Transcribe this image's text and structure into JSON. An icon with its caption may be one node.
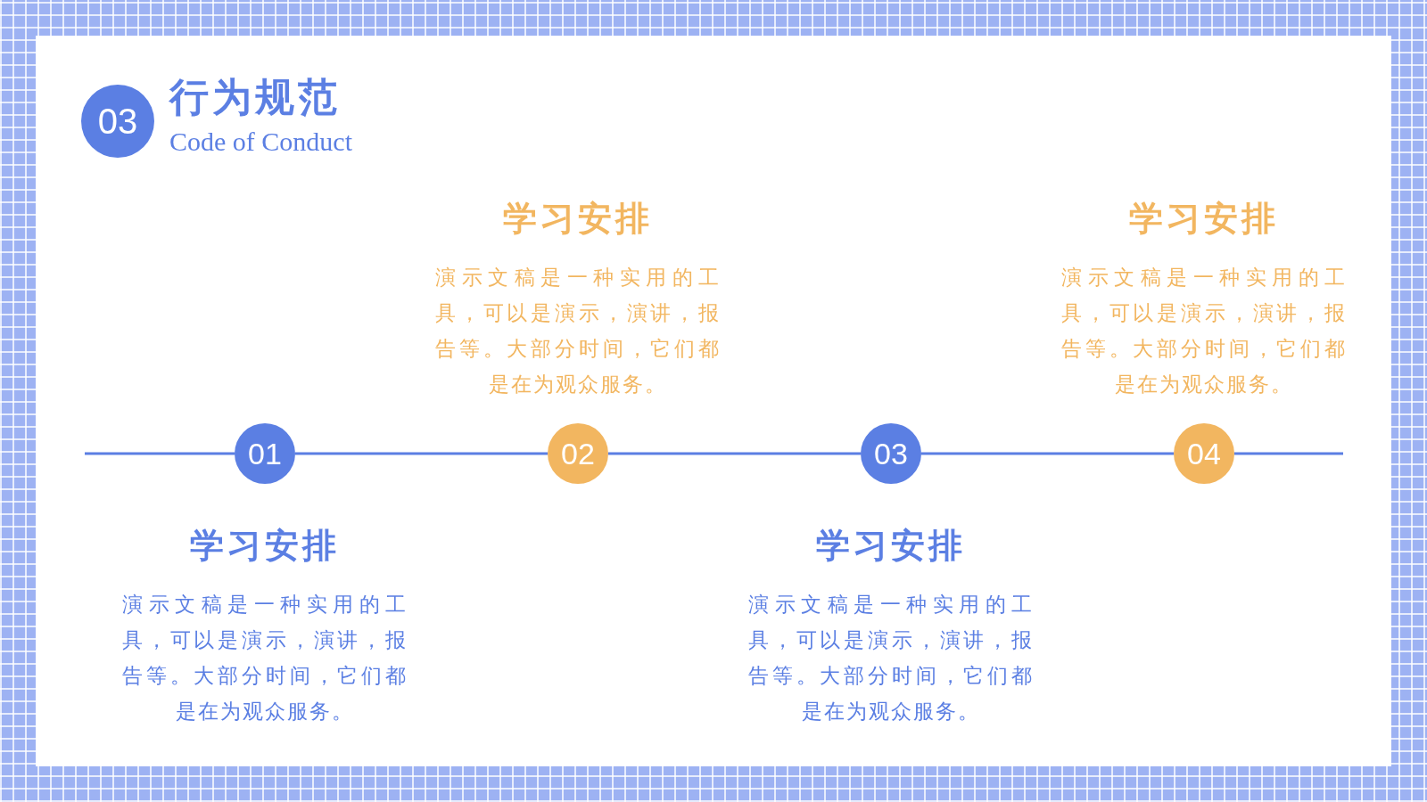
{
  "diagram": {
    "title": "行为规范",
    "nodes": [
      {
        "text": [
          "03"
        ]
      },
      {
        "text": [
          "01"
        ],
        "beside": [
          "学习安排",
          "演示文稿是一种实用的工具，可以是演示，演讲，报告等。大部分时间，它们都是在为观众服务。"
        ]
      },
      {
        "text": [
          "02"
        ],
        "beside": [
          "学习安排",
          "演示文稿是一种实用的工具，可以是演示，演讲，报告等。大部分时间，它们都是在为观众服务。"
        ]
      },
      {
        "text": [
          "03"
        ],
        "beside": [
          "学习安排",
          "演示文稿是一种实用的工具，可以是演示，演讲，报告等。大部分时间，它们都是在为观众服务。"
        ]
      },
      {
        "text": [
          "04"
        ],
        "beside": [
          "学习安排",
          "演示文稿是一种实用的工具，可以是演示，演讲，报告等。大部分时间，它们都是在为观众服务。"
        ]
      }
    ],
    "edges": [
      {
        "from": 1,
        "to": 2,
        "arrow": "none"
      },
      {
        "from": 2,
        "to": 3,
        "arrow": "none"
      },
      {
        "from": 3,
        "to": 4,
        "arrow": "none"
      }
    ],
    "labels": [
      "Code of Conduct"
    ]
  }
}
